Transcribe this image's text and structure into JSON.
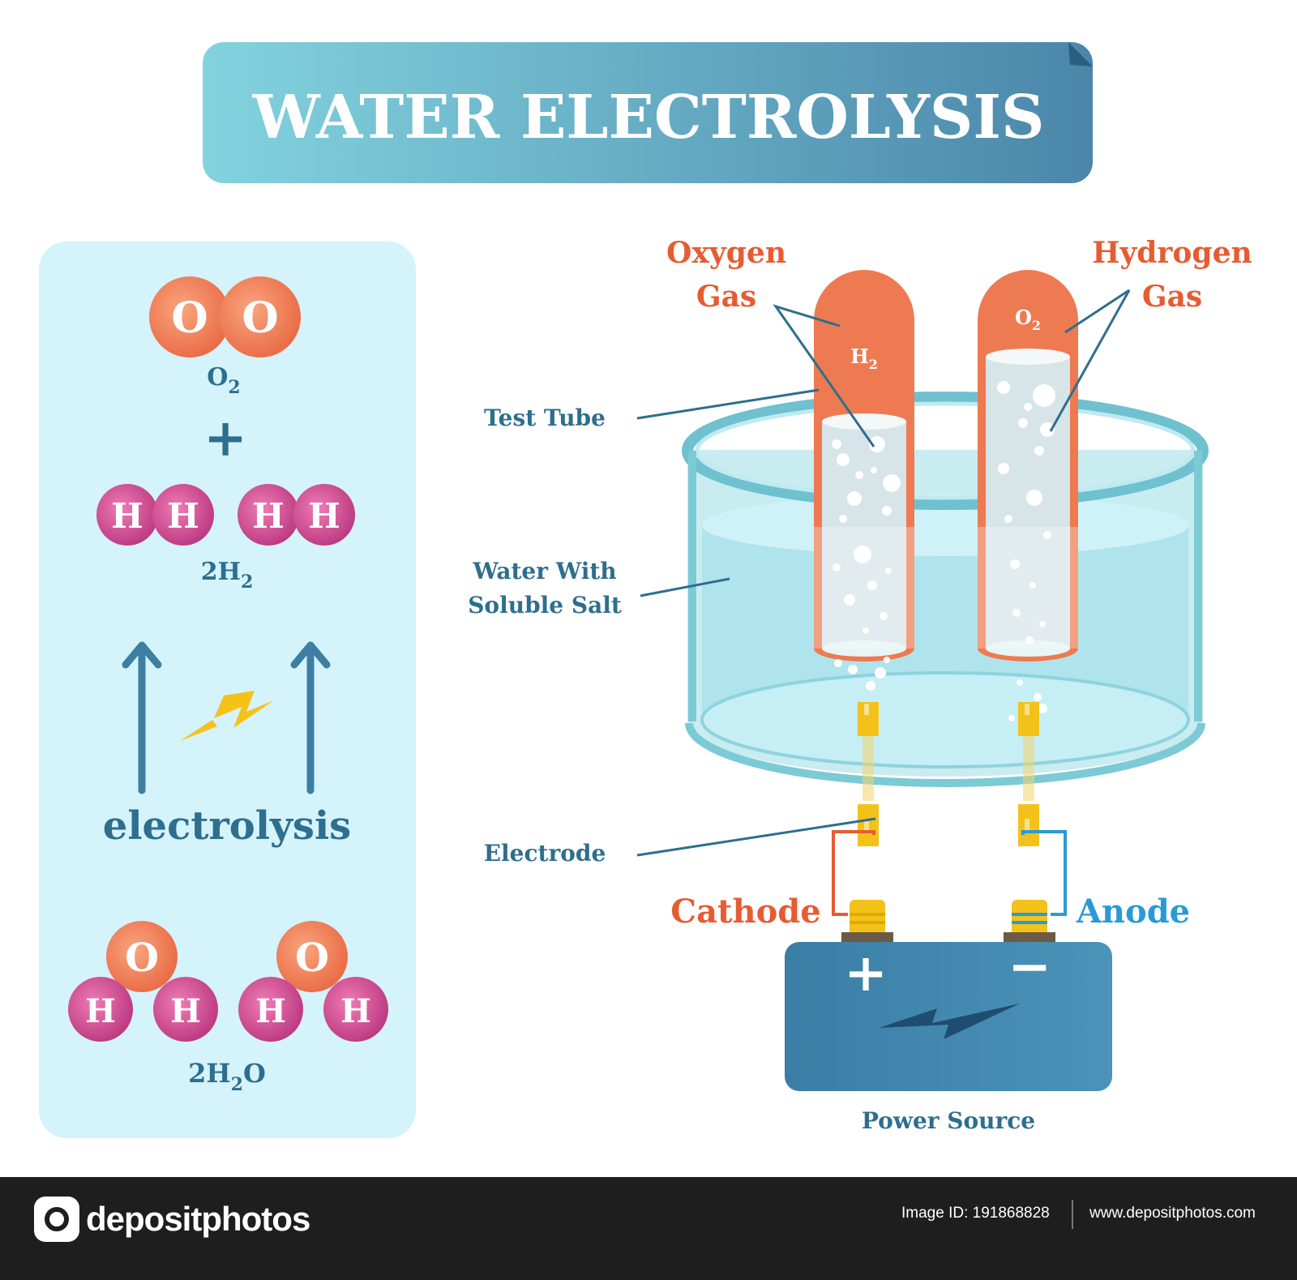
{
  "title": "WATER ELECTROLYSIS",
  "left_panel": {
    "o2_atom_1": "O",
    "o2_atom_2": "O",
    "o2_formula_main": "O",
    "o2_formula_sub": "2",
    "plus": "+",
    "h2_atoms": [
      "H",
      "H",
      "H",
      "H"
    ],
    "h2_formula_main": "2H",
    "h2_formula_sub": "2",
    "process_label": "electrolysis",
    "water_o": [
      "O",
      "O"
    ],
    "water_h": [
      "H",
      "H",
      "H",
      "H"
    ],
    "h2o_formula_main": "2H",
    "h2o_formula_sub": "2",
    "h2o_formula_tail": "O"
  },
  "labels": {
    "oxygen_gas_line1": "Oxygen",
    "oxygen_gas_line2": "Gas",
    "hydrogen_gas_line1": "Hydrogen",
    "hydrogen_gas_line2": "Gas",
    "test_tube": "Test Tube",
    "water_line1": "Water With",
    "water_line2": "Soluble Salt",
    "electrode": "Electrode",
    "cathode": "Cathode",
    "anode": "Anode",
    "power_source": "Power Source",
    "tube_left_gas_main": "H",
    "tube_left_gas_sub": "2",
    "tube_right_gas_main": "O",
    "tube_right_gas_sub": "2",
    "battery_plus": "+",
    "battery_minus": "−"
  },
  "footer": {
    "logo_text": "depositphotos",
    "image_id": "Image ID: 191868828",
    "url": "www.depositphotos.com"
  },
  "colors": {
    "title_bar_start": "#7fd0dc",
    "title_bar_end": "#4d88ac",
    "panel_bg": "#d4f3fb",
    "oxygen": "#f07c56",
    "hydrogen": "#c8428a",
    "dark_blue": "#2e6e8e",
    "label_orange": "#e65c32",
    "anode_blue": "#2a9ad6",
    "battery": "#3d82a8",
    "electrode": "#f2c21b"
  }
}
